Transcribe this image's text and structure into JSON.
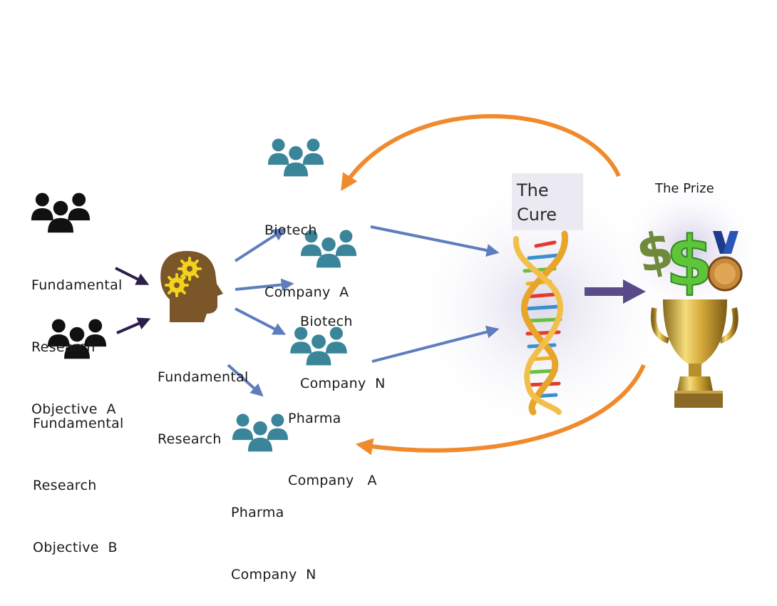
{
  "groups": {
    "obj_a": [
      "Fundamental",
      "Research",
      "Objective  A"
    ],
    "obj_b": [
      "Fundamental",
      "Research",
      "Objective  B"
    ],
    "fundamental": [
      "Fundamental",
      "Research"
    ],
    "biotech_a": [
      "Biotech",
      "Company  A"
    ],
    "biotech_n": [
      "Biotech",
      "Company  N"
    ],
    "pharma_a": [
      "Pharma",
      "Company   A"
    ],
    "pharma_n": [
      "Pharma",
      "Company  N"
    ]
  },
  "cure": [
    "The",
    "Cure"
  ],
  "prize": "The Prize",
  "colors": {
    "black_people": "#111111",
    "teal_people": "#3a8599",
    "blue_arrow": "#5e7dbd",
    "purple_arrow": "#5a4a8a",
    "orange_arrow": "#f08a2c",
    "head": "#7a5628",
    "gear": "#f2d21c"
  },
  "icons": [
    "people-group-icon",
    "head-gears-icon",
    "dna-helix-icon",
    "dollar-signs-icon",
    "medal-icon",
    "trophy-icon"
  ]
}
